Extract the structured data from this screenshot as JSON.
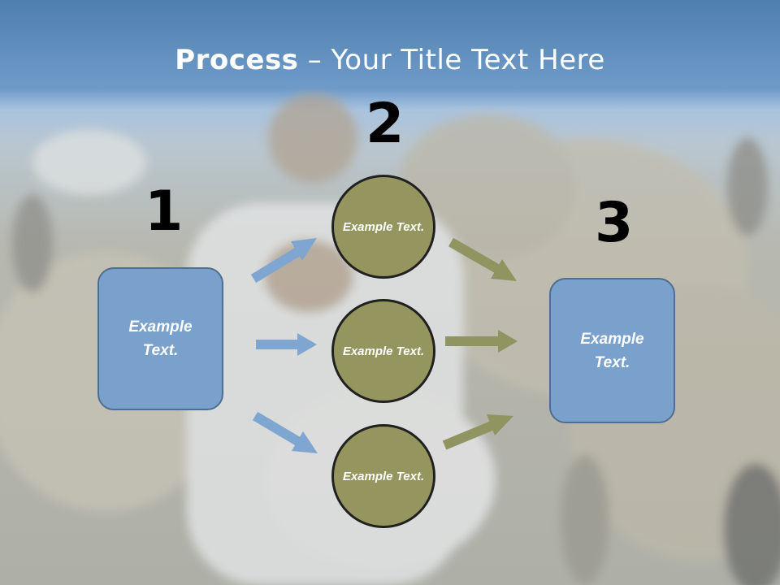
{
  "title": {
    "bold": "Process",
    "rest": " – Your Title Text Here"
  },
  "steps": {
    "n1": "1",
    "n2": "2",
    "n3": "3"
  },
  "boxes": {
    "left": "Example Text.",
    "right": "Example Text."
  },
  "circles": [
    "Example Text.",
    "Example Text.",
    "Example Text."
  ],
  "colors": {
    "box_fill": "#7aa1cc",
    "circle_fill": "#95955f",
    "arrow_blue": "#7fa6d0",
    "arrow_olive": "#8f9460"
  }
}
